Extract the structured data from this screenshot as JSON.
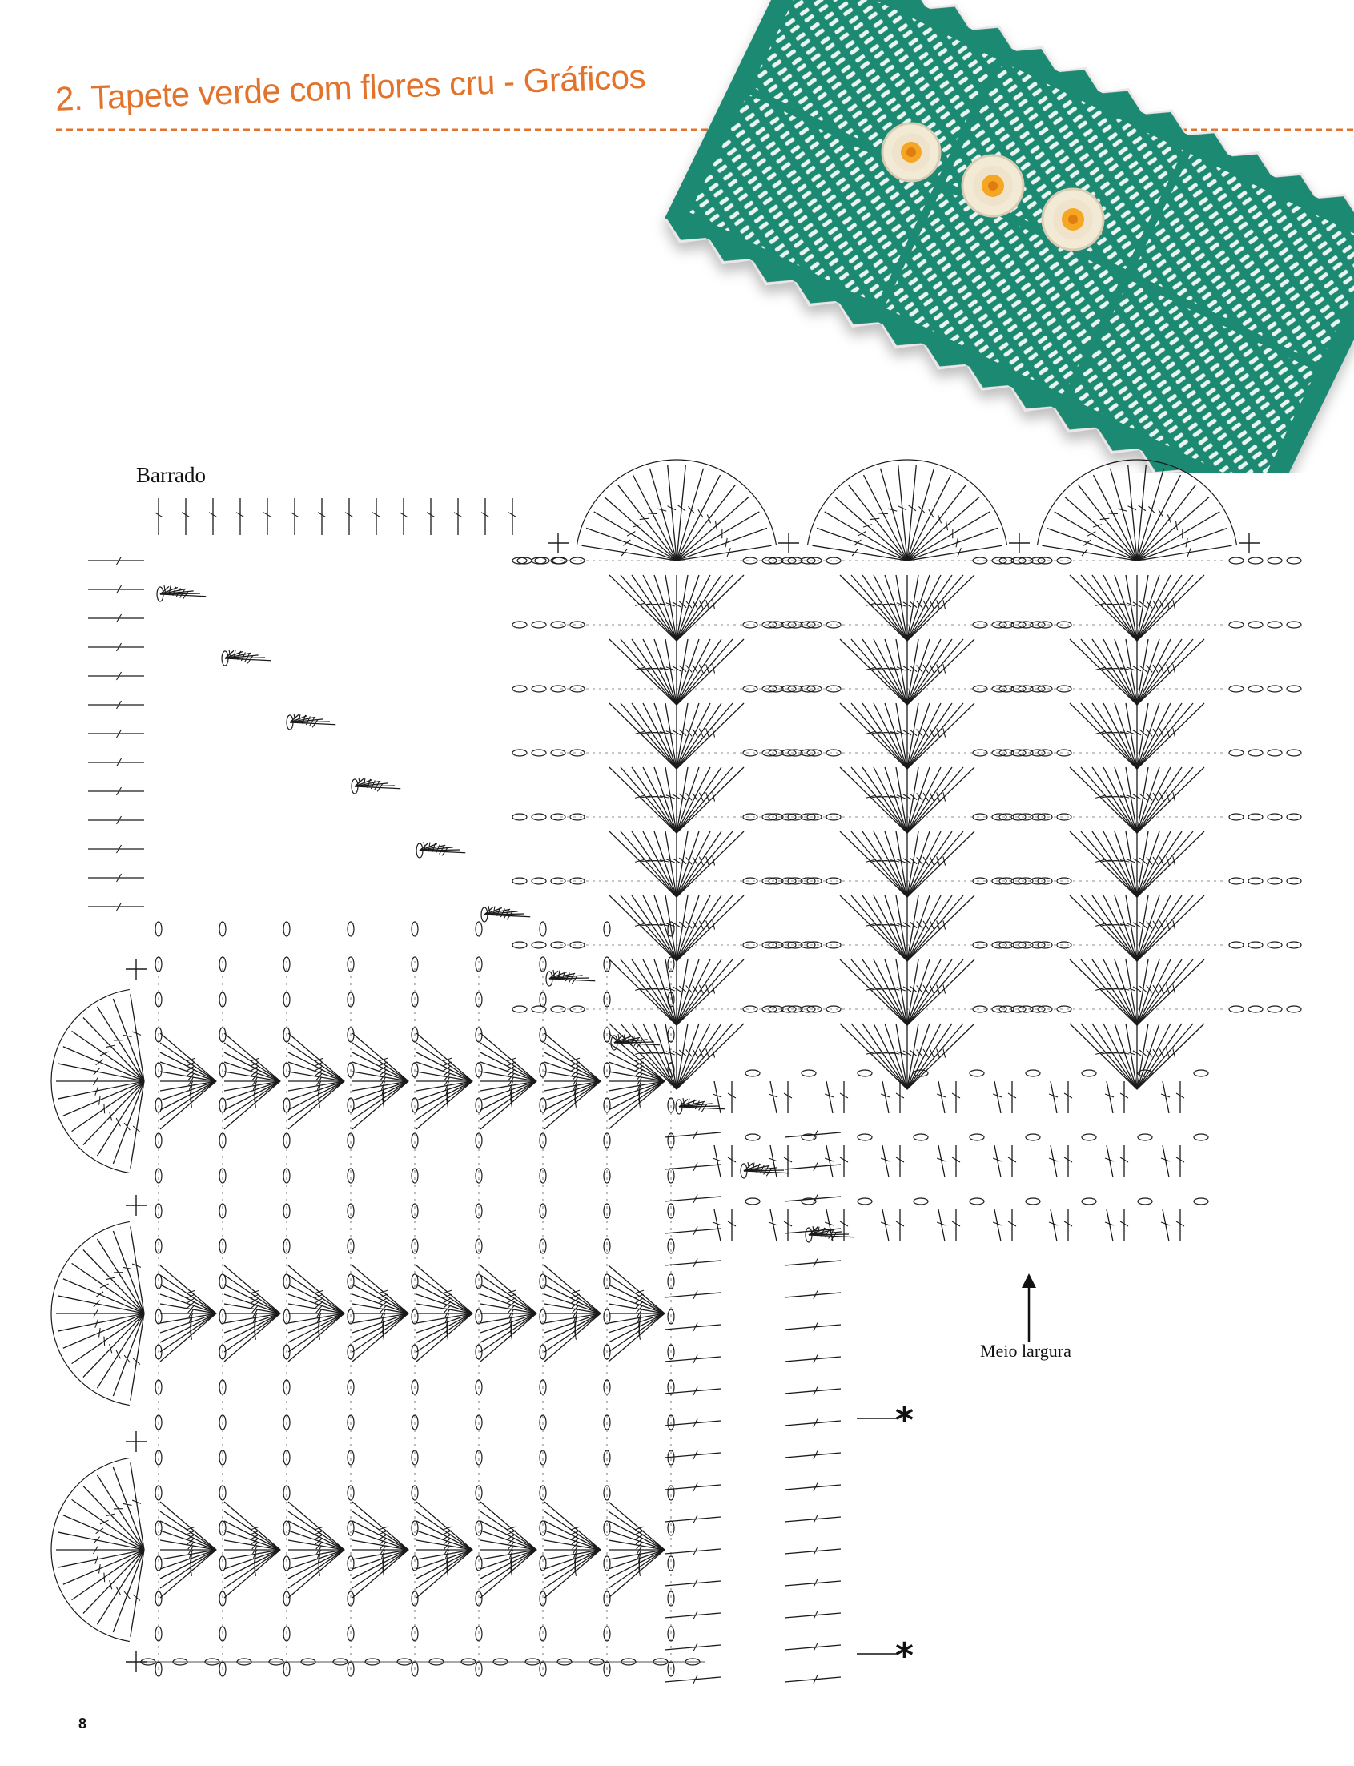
{
  "header": {
    "title": "2. Tapete verde com flores cru - Gráficos",
    "accent_color": "#e2732c"
  },
  "photo": {
    "subject": "green-rug-with-cream-flowers",
    "rug_color": "#1f8a72",
    "flower_color": "#f3ead6",
    "flower_center_color": "#f5a623",
    "edge_color": "#ece6e8"
  },
  "chart": {
    "section_label": "Barrado",
    "width_marker_label": "Meio largura",
    "repeat_marker_symbol": "*",
    "line_color": "#1a1a1a"
  },
  "footer": {
    "page_number": "8"
  }
}
